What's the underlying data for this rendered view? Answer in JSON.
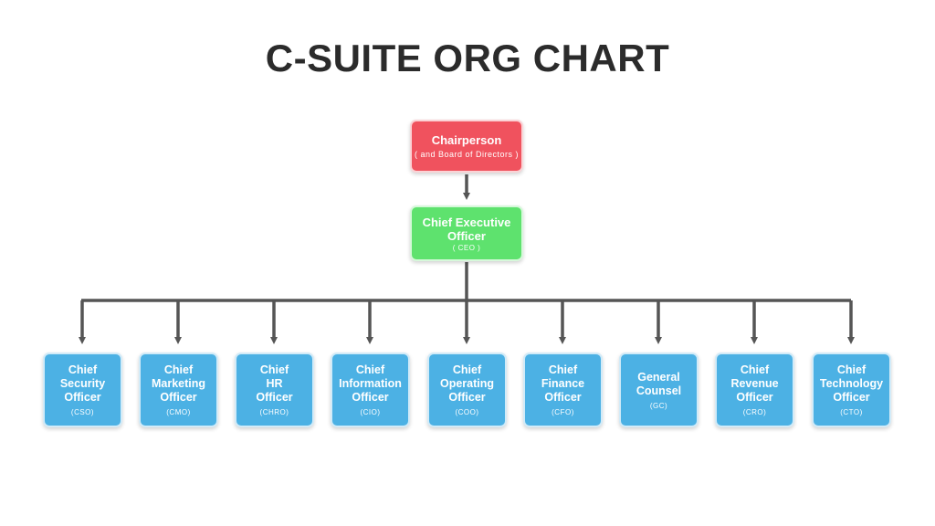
{
  "title": "C-SUITE ORG CHART",
  "colors": {
    "chair": "#f0525e",
    "ceo": "#5ee26e",
    "exec": "#4cb1e4",
    "connector": "#555555"
  },
  "chairperson": {
    "title": "Chairperson",
    "subtitle": "( and Board of Directors )"
  },
  "ceo": {
    "title": "Chief Executive\nOfficer",
    "subtitle": "( CEO )"
  },
  "executives": [
    {
      "title": "Chief\nSecurity\nOfficer",
      "abbr": "(CSO)"
    },
    {
      "title": "Chief\nMarketing\nOfficer",
      "abbr": "(CMO)"
    },
    {
      "title": "Chief\nHR\nOfficer",
      "abbr": "(CHRO)"
    },
    {
      "title": "Chief\nInformation\nOfficer",
      "abbr": "(CIO)"
    },
    {
      "title": "Chief\nOperating\nOfficer",
      "abbr": "(COO)"
    },
    {
      "title": "Chief\nFinance\nOfficer",
      "abbr": "(CFO)"
    },
    {
      "title": "General\nCounsel",
      "abbr": "(GC)"
    },
    {
      "title": "Chief\nRevenue\nOfficer",
      "abbr": "(CRO)"
    },
    {
      "title": "Chief\nTechnology\nOfficer",
      "abbr": "(CTO)"
    }
  ]
}
